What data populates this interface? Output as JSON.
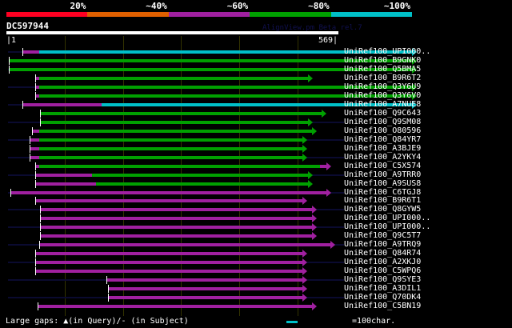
{
  "colors": {
    "red": "#ff0022",
    "orange": "#e06000",
    "purple": "#a020a0",
    "green": "#00a000",
    "cyan": "#00c0c8",
    "navy": "#0a0a30",
    "gap": "#ffff66"
  },
  "identity_legend": [
    "20%",
    "~40%",
    "~60%",
    "~80%",
    "~100%"
  ],
  "query": {
    "name": "DC597944",
    "start_label": "|1",
    "end_label": "569|",
    "length": 569
  },
  "watermark": "AlignView.pm Beta rel.7",
  "legend": {
    "gaps_text": "Large gaps: ▲(in Query)/- (in Subject)",
    "scale_text": "=100char."
  },
  "hits": [
    {
      "label": "UniRef100_UPI000..",
      "segs": [
        [
          26,
          55,
          "purple"
        ],
        [
          55,
          697,
          "cyan"
        ]
      ]
    },
    {
      "label": "UniRef100_B9GNK0",
      "segs": [
        [
          2,
          697,
          "green"
        ]
      ]
    },
    {
      "label": "UniRef100_Q5BMA5",
      "segs": [
        [
          2,
          697,
          "green"
        ]
      ]
    },
    {
      "label": "UniRef100_B9R6T2",
      "segs": [
        [
          48,
          55,
          "purple"
        ],
        [
          55,
          517,
          "green"
        ]
      ]
    },
    {
      "label": "UniRef100_Q3Y6U9",
      "segs": [
        [
          48,
          55,
          "purple"
        ],
        [
          55,
          697,
          "green"
        ]
      ]
    },
    {
      "label": "UniRef100_Q3Y6V0",
      "segs": [
        [
          48,
          55,
          "purple"
        ],
        [
          55,
          697,
          "green"
        ]
      ]
    },
    {
      "label": "UniRef100_A7NUE8",
      "segs": [
        [
          26,
          162,
          "purple"
        ],
        [
          162,
          697,
          "cyan"
        ]
      ]
    },
    {
      "label": "UniRef100_Q9C643",
      "segs": [
        [
          56,
          541,
          "green"
        ]
      ]
    },
    {
      "label": "UniRef100_Q9SM08",
      "segs": [
        [
          56,
          517,
          "green"
        ]
      ]
    },
    {
      "label": "UniRef100_O80596",
      "segs": [
        [
          42,
          55,
          "purple"
        ],
        [
          55,
          524,
          "green"
        ]
      ]
    },
    {
      "label": "UniRef100_Q84YR7",
      "segs": [
        [
          38,
          55,
          "purple"
        ],
        [
          55,
          508,
          "green"
        ]
      ]
    },
    {
      "label": "UniRef100_A3BJE9",
      "segs": [
        [
          38,
          55,
          "purple"
        ],
        [
          55,
          508,
          "green"
        ]
      ]
    },
    {
      "label": "UniRef100_A2YKY4",
      "segs": [
        [
          38,
          55,
          "purple"
        ],
        [
          55,
          508,
          "green"
        ]
      ]
    },
    {
      "label": "UniRef100_C5X574",
      "segs": [
        [
          48,
          55,
          "purple"
        ],
        [
          55,
          538,
          "green"
        ],
        [
          538,
          549,
          "purple"
        ]
      ]
    },
    {
      "label": "UniRef100_A9TRR0",
      "segs": [
        [
          48,
          146,
          "purple"
        ],
        [
          146,
          517,
          "green"
        ]
      ]
    },
    {
      "label": "UniRef100_A9SUS8",
      "segs": [
        [
          48,
          153,
          "purple"
        ],
        [
          153,
          517,
          "green"
        ]
      ]
    },
    {
      "label": "UniRef100_C6TGJ8",
      "segs": [
        [
          5,
          549,
          "purple"
        ]
      ]
    },
    {
      "label": "UniRef100_B9R6T1",
      "segs": [
        [
          48,
          508,
          "purple"
        ]
      ]
    },
    {
      "label": "UniRef100_Q8GYW5",
      "segs": [
        [
          56,
          524,
          "purple"
        ]
      ]
    },
    {
      "label": "UniRef100_UPI000..",
      "segs": [
        [
          56,
          524,
          "purple"
        ]
      ]
    },
    {
      "label": "UniRef100_UPI000..",
      "segs": [
        [
          56,
          524,
          "purple"
        ]
      ]
    },
    {
      "label": "UniRef100_Q9C5T7",
      "segs": [
        [
          56,
          524,
          "purple"
        ]
      ]
    },
    {
      "label": "UniRef100_A9TRQ9",
      "segs": [
        [
          55,
          556,
          "purple"
        ]
      ]
    },
    {
      "label": "UniRef100_Q84R74",
      "segs": [
        [
          48,
          508,
          "purple"
        ]
      ]
    },
    {
      "label": "UniRef100_A2XKJ0",
      "segs": [
        [
          48,
          508,
          "purple"
        ]
      ]
    },
    {
      "label": "UniRef100_C5WPQ6",
      "segs": [
        [
          48,
          508,
          "purple"
        ]
      ]
    },
    {
      "label": "UniRef100_Q9SYE3",
      "segs": [
        [
          170,
          508,
          "purple"
        ]
      ]
    },
    {
      "label": "UniRef100_A3DIL1",
      "segs": [
        [
          173,
          508,
          "purple"
        ]
      ]
    },
    {
      "label": "UniRef100_Q70DK4",
      "segs": [
        [
          173,
          508,
          "purple"
        ]
      ]
    },
    {
      "label": "UniRef100_C5BN19",
      "segs": [
        [
          52,
          524,
          "purple"
        ]
      ]
    }
  ]
}
